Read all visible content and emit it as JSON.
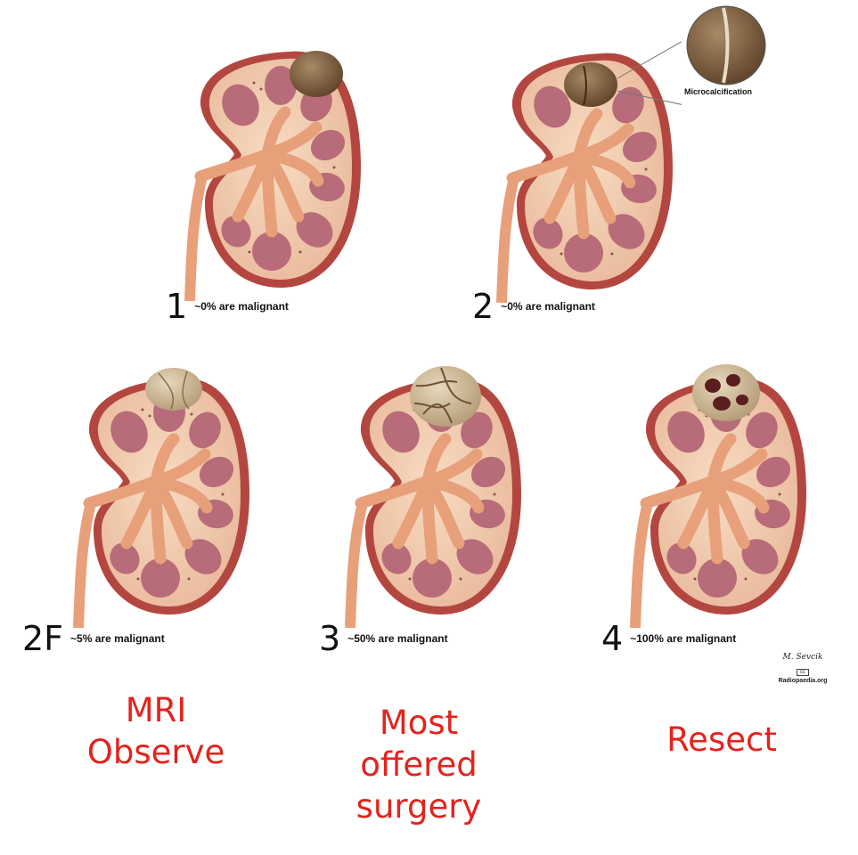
{
  "categories": [
    {
      "number": "1",
      "text": "~0% are malignant",
      "cyst": "simple"
    },
    {
      "number": "2",
      "text": "~0% are malignant",
      "cyst": "calcified"
    },
    {
      "number": "2F",
      "text": "~5% are malignant",
      "cyst": "septated"
    },
    {
      "number": "3",
      "text": "~50% are malignant",
      "cyst": "multiseptated"
    },
    {
      "number": "4",
      "text": "~100% are malignant",
      "cyst": "solid-enhancing"
    }
  ],
  "microcalcification_label": "Microcalcification",
  "management": [
    {
      "lines": [
        "MRI",
        "Observe"
      ]
    },
    {
      "lines": [
        "Most",
        "offered",
        "surgery"
      ]
    },
    {
      "lines": [
        "Resect"
      ]
    }
  ],
  "credit": {
    "signature": "M. Sevcik",
    "license": "cc",
    "site": "Radiopaedia.org"
  },
  "colors": {
    "management_text": "#e3231c",
    "kidney_cortex": "#f2c9a8",
    "kidney_capsule": "#b3473f",
    "pyramids": "#b86b78",
    "cyst": "#7a5a3c"
  }
}
